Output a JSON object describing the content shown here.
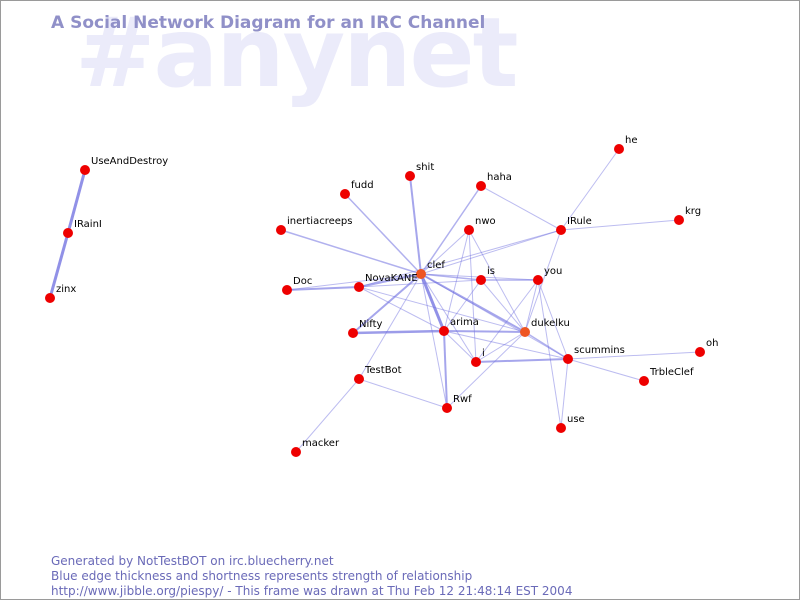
{
  "watermark": "#anynet",
  "title": "A Social Network Diagram for an IRC Channel",
  "footer": {
    "line1": "Generated by NotTestBOT on irc.bluecherry.net",
    "line2": "Blue edge thickness and shortness represents strength of relationship",
    "line3": "http://www.jibble.org/piespy/ - This frame was drawn at Thu Feb 12 21:48:14 EST 2004"
  },
  "colors": {
    "node": "#ee0000",
    "node_highlight": "#ee5522",
    "edge": "#7070e0",
    "title": "#9090c8"
  },
  "graph": {
    "nodes": [
      {
        "id": "UseAndDestroy",
        "label": "UseAndDestroy"
      },
      {
        "id": "IRainI",
        "label": "IRainI"
      },
      {
        "id": "zinx",
        "label": "zinx"
      },
      {
        "id": "he",
        "label": "he"
      },
      {
        "id": "krg",
        "label": "krg"
      },
      {
        "id": "shit",
        "label": "shit"
      },
      {
        "id": "haha",
        "label": "haha"
      },
      {
        "id": "fudd",
        "label": "fudd"
      },
      {
        "id": "IRule",
        "label": "IRule"
      },
      {
        "id": "inertiacreeps",
        "label": "inertiacreeps"
      },
      {
        "id": "nwo",
        "label": "nwo"
      },
      {
        "id": "clef",
        "label": "clef",
        "highlight": true
      },
      {
        "id": "is",
        "label": "is"
      },
      {
        "id": "you",
        "label": "you"
      },
      {
        "id": "Doc",
        "label": "Doc"
      },
      {
        "id": "NovaKANE",
        "label": "NovaKANE"
      },
      {
        "id": "Nifty",
        "label": "Nifty"
      },
      {
        "id": "arima",
        "label": "arima"
      },
      {
        "id": "dukelku",
        "label": "dukelku",
        "highlight": true
      },
      {
        "id": "oh",
        "label": "oh"
      },
      {
        "id": "scummins",
        "label": "scummins"
      },
      {
        "id": "i",
        "label": "i"
      },
      {
        "id": "TestBot",
        "label": "TestBot"
      },
      {
        "id": "TrbleClef",
        "label": "TrbleClef"
      },
      {
        "id": "Rwf",
        "label": "Rwf"
      },
      {
        "id": "use",
        "label": "use"
      },
      {
        "id": "macker",
        "label": "macker"
      }
    ],
    "edges": [
      {
        "from": "UseAndDestroy",
        "to": "IRainI",
        "weight": 3
      },
      {
        "from": "IRainI",
        "to": "zinx",
        "weight": 3
      },
      {
        "from": "clef",
        "to": "shit",
        "weight": 2
      },
      {
        "from": "clef",
        "to": "haha",
        "weight": 1.5
      },
      {
        "from": "clef",
        "to": "fudd",
        "weight": 1.5
      },
      {
        "from": "clef",
        "to": "inertiacreeps",
        "weight": 1.5
      },
      {
        "from": "clef",
        "to": "IRule",
        "weight": 1
      },
      {
        "from": "clef",
        "to": "nwo",
        "weight": 1
      },
      {
        "from": "clef",
        "to": "is",
        "weight": 1.5
      },
      {
        "from": "clef",
        "to": "you",
        "weight": 1
      },
      {
        "from": "clef",
        "to": "NovaKANE",
        "weight": 2
      },
      {
        "from": "clef",
        "to": "Doc",
        "weight": 1
      },
      {
        "from": "clef",
        "to": "Nifty",
        "weight": 2
      },
      {
        "from": "clef",
        "to": "arima",
        "weight": 3
      },
      {
        "from": "clef",
        "to": "dukelku",
        "weight": 2
      },
      {
        "from": "clef",
        "to": "i",
        "weight": 1
      },
      {
        "from": "clef",
        "to": "TestBot",
        "weight": 1
      },
      {
        "from": "clef",
        "to": "Rwf",
        "weight": 1
      },
      {
        "from": "clef",
        "to": "scummins",
        "weight": 1
      },
      {
        "from": "he",
        "to": "IRule",
        "weight": 1
      },
      {
        "from": "krg",
        "to": "IRule",
        "weight": 1
      },
      {
        "from": "IRule",
        "to": "haha",
        "weight": 1
      },
      {
        "from": "IRule",
        "to": "dukelku",
        "weight": 1
      },
      {
        "from": "IRule",
        "to": "NovaKANE",
        "weight": 1
      },
      {
        "from": "nwo",
        "to": "arima",
        "weight": 1
      },
      {
        "from": "nwo",
        "to": "dukelku",
        "weight": 1
      },
      {
        "from": "nwo",
        "to": "i",
        "weight": 1
      },
      {
        "from": "is",
        "to": "you",
        "weight": 1.5
      },
      {
        "from": "is",
        "to": "arima",
        "weight": 1
      },
      {
        "from": "is",
        "to": "dukelku",
        "weight": 1
      },
      {
        "from": "is",
        "to": "NovaKANE",
        "weight": 1
      },
      {
        "from": "you",
        "to": "dukelku",
        "weight": 1
      },
      {
        "from": "you",
        "to": "scummins",
        "weight": 1
      },
      {
        "from": "you",
        "to": "use",
        "weight": 1
      },
      {
        "from": "you",
        "to": "i",
        "weight": 1
      },
      {
        "from": "Doc",
        "to": "NovaKANE",
        "weight": 2
      },
      {
        "from": "NovaKANE",
        "to": "arima",
        "weight": 1
      },
      {
        "from": "NovaKANE",
        "to": "dukelku",
        "weight": 1
      },
      {
        "from": "Nifty",
        "to": "arima",
        "weight": 2.5
      },
      {
        "from": "arima",
        "to": "dukelku",
        "weight": 2
      },
      {
        "from": "arima",
        "to": "Rwf",
        "weight": 2
      },
      {
        "from": "arima",
        "to": "i",
        "weight": 1
      },
      {
        "from": "arima",
        "to": "scummins",
        "weight": 1
      },
      {
        "from": "dukelku",
        "to": "scummins",
        "weight": 1.5
      },
      {
        "from": "dukelku",
        "to": "Rwf",
        "weight": 1
      },
      {
        "from": "dukelku",
        "to": "i",
        "weight": 1
      },
      {
        "from": "i",
        "to": "scummins",
        "weight": 2
      },
      {
        "from": "oh",
        "to": "scummins",
        "weight": 1
      },
      {
        "from": "TrbleClef",
        "to": "scummins",
        "weight": 1
      },
      {
        "from": "use",
        "to": "scummins",
        "weight": 1
      },
      {
        "from": "TestBot",
        "to": "Rwf",
        "weight": 1
      },
      {
        "from": "macker",
        "to": "TestBot",
        "weight": 1
      }
    ]
  }
}
